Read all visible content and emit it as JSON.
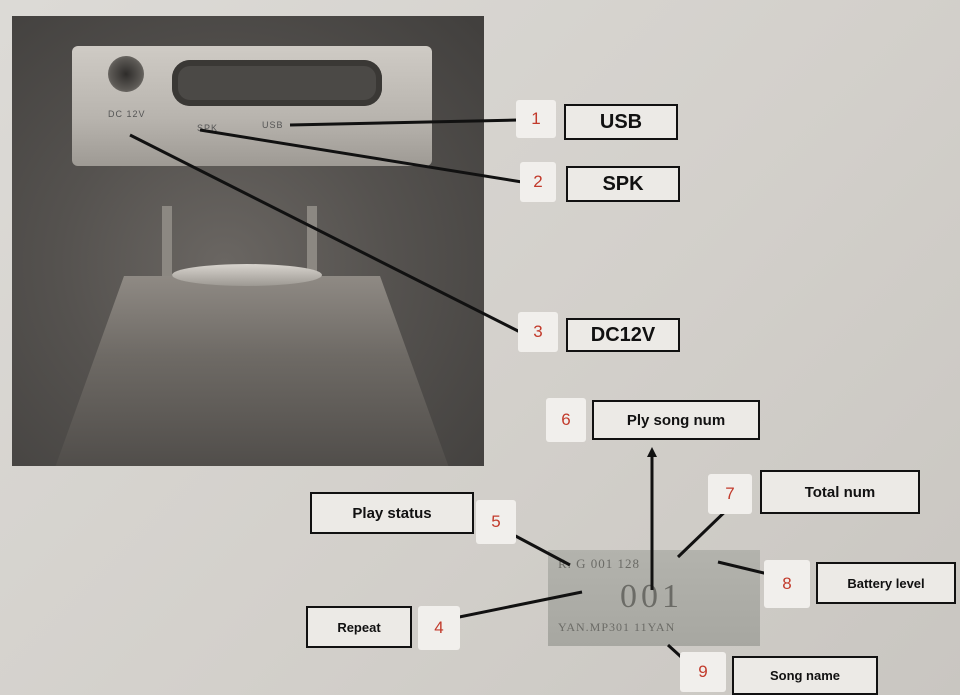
{
  "photo": {
    "port_labels": {
      "dc": "DC 12V",
      "spk": "SPK",
      "usb": "USB"
    }
  },
  "lcd": {
    "top_line": "R. G  001  128",
    "track": "001",
    "song": "YAN.MP301  11YAN"
  },
  "callouts": [
    {
      "id": "usb",
      "number": "1",
      "label": "USB"
    },
    {
      "id": "spk",
      "number": "2",
      "label": "SPK"
    },
    {
      "id": "dc12v",
      "number": "3",
      "label": "DC12V"
    },
    {
      "id": "repeat",
      "number": "4",
      "label": "Repeat"
    },
    {
      "id": "play-status",
      "number": "5",
      "label": "Play status"
    },
    {
      "id": "ply-song-num",
      "number": "6",
      "label": "Ply song num"
    },
    {
      "id": "total-num",
      "number": "7",
      "label": "Total num"
    },
    {
      "id": "battery-level",
      "number": "8",
      "label": "Battery level"
    },
    {
      "id": "song-name",
      "number": "9",
      "label": "Song name"
    }
  ],
  "colors": {
    "number": "#c23a2b",
    "line": "#111111",
    "box_border": "#111111"
  }
}
